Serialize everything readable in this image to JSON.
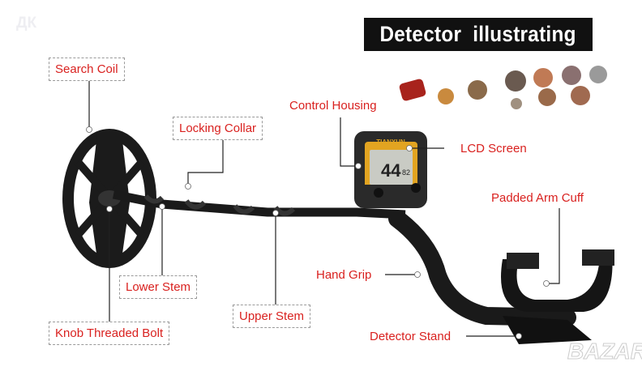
{
  "title": "Detector  illustrating",
  "watermark_top": "ДК",
  "watermark_bottom": "BAZAR",
  "device_brand": "TIANXUN",
  "lcd_reading": "44",
  "lcd_small": "82",
  "labels": {
    "search_coil": "Search Coil",
    "locking_collar": "Locking Collar",
    "lower_stem": "Lower Stem",
    "upper_stem": "Upper Stem",
    "knob_threaded_bolt": "Knob Threaded Bolt",
    "control_housing": "Control Housing",
    "lcd_screen": "LCD Screen",
    "padded_arm_cuff": "Padded Arm Cuff",
    "hand_grip": "Hand Grip",
    "detector_stand": "Detector Stand"
  },
  "colors": {
    "label": "#d9211f",
    "title_bg": "#111111",
    "accent": "#e2a421"
  }
}
